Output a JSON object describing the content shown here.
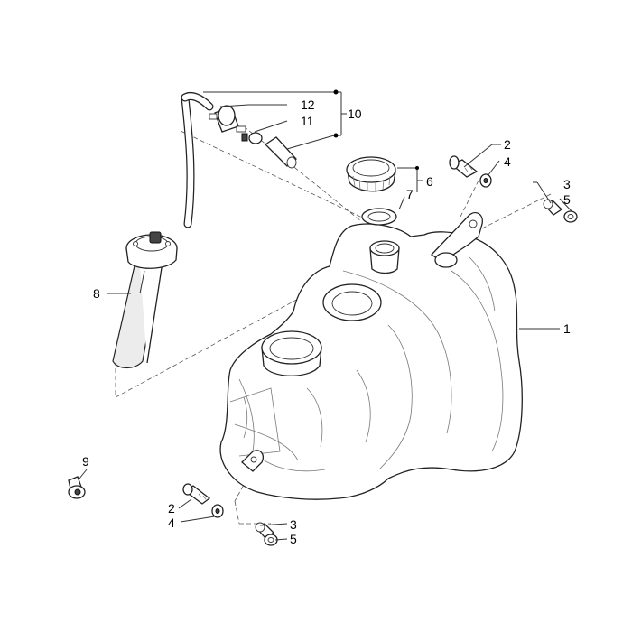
{
  "labels": {
    "l1": "1",
    "l2a": "2",
    "l2b": "2",
    "l3a": "3",
    "l3b": "3",
    "l4a": "4",
    "l4b": "4",
    "l5a": "5",
    "l5b": "5",
    "l6": "6",
    "l7": "7",
    "l8": "8",
    "l9": "9",
    "l10": "10",
    "l11": "11",
    "l12": "12"
  }
}
